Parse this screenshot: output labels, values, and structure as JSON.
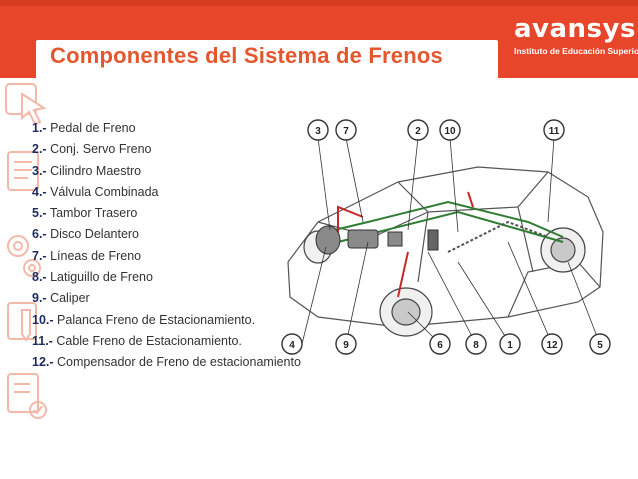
{
  "header": {
    "title": "Componentes del Sistema de Frenos",
    "brand": "avansys",
    "brand_subtitle": "Instituto de Educación Superior",
    "colors": {
      "accent": "#e8462a",
      "title": "#e4572e",
      "numbers": "#1d2b5e"
    }
  },
  "parts": [
    {
      "num": "1.-",
      "label": "Pedal de Freno"
    },
    {
      "num": "2.-",
      "label": "Conj. Servo Freno"
    },
    {
      "num": "3.-",
      "label": "Cilindro Maestro"
    },
    {
      "num": "4.-",
      "label": "Válvula Combinada"
    },
    {
      "num": "5.-",
      "label": "Tambor Trasero"
    },
    {
      "num": "6.-",
      "label": "Disco Delantero"
    },
    {
      "num": "7.-",
      "label": "Líneas de Freno"
    },
    {
      "num": "8.-",
      "label": "Latiguillo de Freno"
    },
    {
      "num": "9.-",
      "label": "Caliper"
    },
    {
      "num": "10.-",
      "label": "Palanca Freno de Estacionamiento."
    },
    {
      "num": "11.-",
      "label": "Cable Freno de Estacionamiento."
    },
    {
      "num": "12.-",
      "label": "Compensador de Freno de estacionamiento"
    }
  ],
  "diagram": {
    "callouts_top": [
      "3",
      "7",
      "2",
      "10",
      "11"
    ],
    "callouts_bottom": [
      "4",
      "9",
      "6",
      "8",
      "1",
      "12",
      "5"
    ]
  },
  "side_icons": [
    "cursor-icon",
    "list-icon",
    "settings-icon",
    "pencil-icon",
    "checklist-icon"
  ]
}
